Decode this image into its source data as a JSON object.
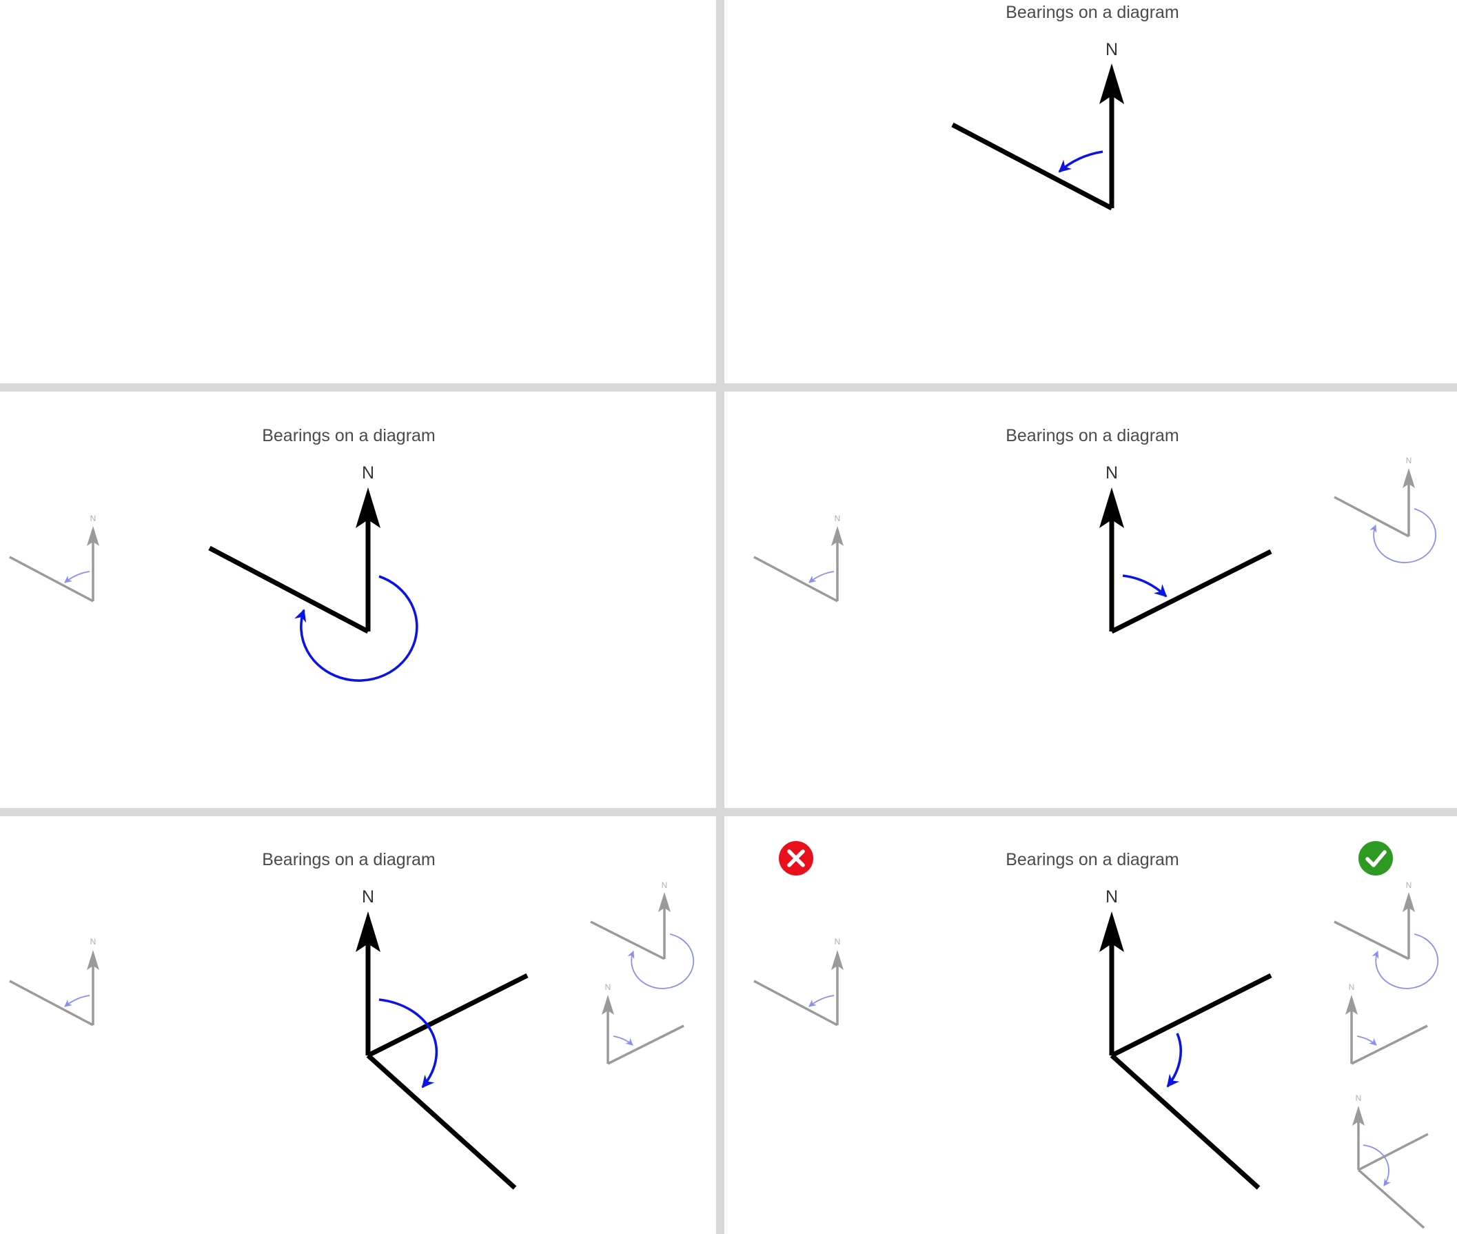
{
  "panel_title": "Bearings on a diagram",
  "north_label": "N",
  "colors": {
    "background": "#d8d8d8",
    "panel": "#ffffff",
    "main_line": "#000000",
    "bearing_arc": "#0a14e6",
    "thumbnail_line": "#9a9a9a",
    "thumbnail_arc": "#8a8ff0",
    "wrong_badge": "#e8101c",
    "correct_badge": "#2e9a24"
  },
  "icons": {
    "wrong": "cross-circle-icon",
    "correct": "check-circle-icon"
  },
  "panels": [
    {
      "id": "empty"
    },
    {
      "id": "acute-counterclockwise"
    },
    {
      "id": "reflex-clockwise"
    },
    {
      "id": "acute-clockwise"
    },
    {
      "id": "obtuse-clockwise"
    },
    {
      "id": "answer-feedback"
    }
  ]
}
